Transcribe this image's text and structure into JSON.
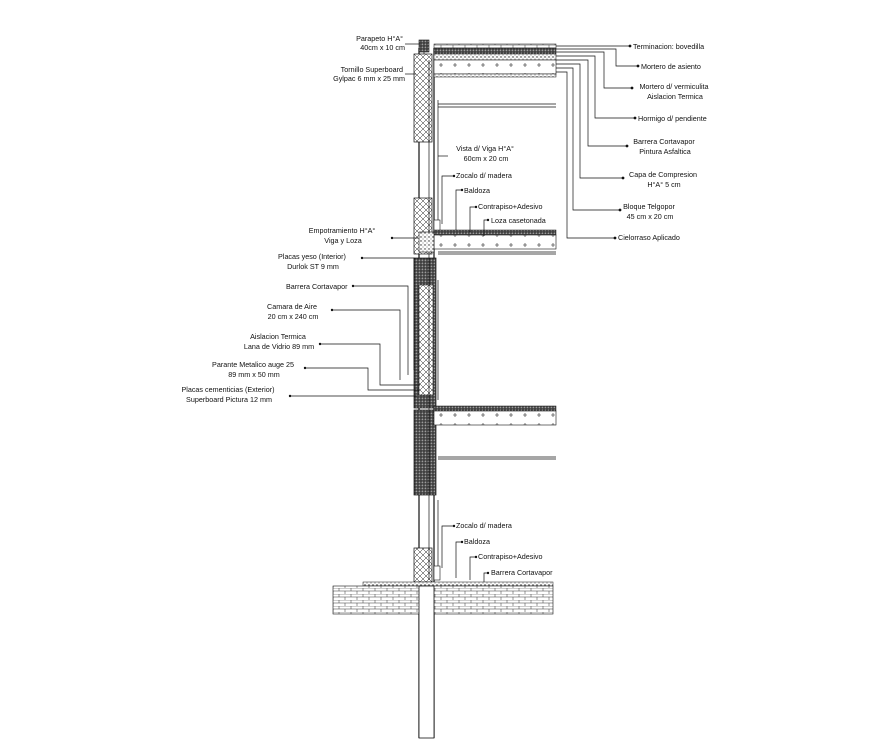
{
  "labels": {
    "parapeto": [
      "Parapeto H°A°",
      "40cm x 10 cm"
    ],
    "tornillo": [
      "Tornillo Superboard",
      "Gylpac 6 mm x 25 mm"
    ],
    "terminacion": [
      "Terminacion: bovedilla"
    ],
    "mortero_asiento": [
      "Mortero de asiento"
    ],
    "mortero_vermiculita": [
      "Mortero d/ vermiculita",
      "Aislacion Termica"
    ],
    "hormigo_pendiente": [
      "Hormigo d/ pendiente"
    ],
    "barrera_pintura": [
      "Barrera Cortavapor",
      "Pintura Asfaltica"
    ],
    "capa_compresion": [
      "Capa de Compresion",
      "H°A° 5 cm"
    ],
    "bloque_telgopor": [
      "Bloque Telgopor",
      "45 cm x 20 cm"
    ],
    "cielorraso": [
      "Cielorraso Aplicado"
    ],
    "vista_viga": [
      "Vista d/ Viga H°A°",
      "60cm x 20 cm"
    ],
    "zocalo_1": [
      "Zocalo d/ madera"
    ],
    "baldoza_1": [
      "Baldoza"
    ],
    "contrapiso_1": [
      "Contrapiso+Adesivo"
    ],
    "loza": [
      "Loza casetonada"
    ],
    "empotramiento": [
      "Empotramiento H°A°",
      "Viga y Loza"
    ],
    "placas_yeso": [
      "Placas yeso (Interior)",
      "Durlok ST 9 mm"
    ],
    "barrera_1": [
      "Barrera Cortavapor"
    ],
    "camara_aire": [
      "Camara de Aire",
      "20 cm x 240 cm"
    ],
    "aislacion_lana": [
      "Aislacion Termica",
      "Lana de Vidrio 89 mm"
    ],
    "parante": [
      "Parante Metalico auge 25",
      "89 mm x 50 mm"
    ],
    "placas_cementicias": [
      "Placas cementicias (Exterior)",
      "Superboard Pictura 12 mm"
    ],
    "zocalo_2": [
      "Zocalo d/ madera"
    ],
    "baldoza_2": [
      "Baldoza"
    ],
    "contrapiso_2": [
      "Contrapiso+Adesivo"
    ],
    "barrera_2": [
      "Barrera Cortavapor"
    ]
  }
}
